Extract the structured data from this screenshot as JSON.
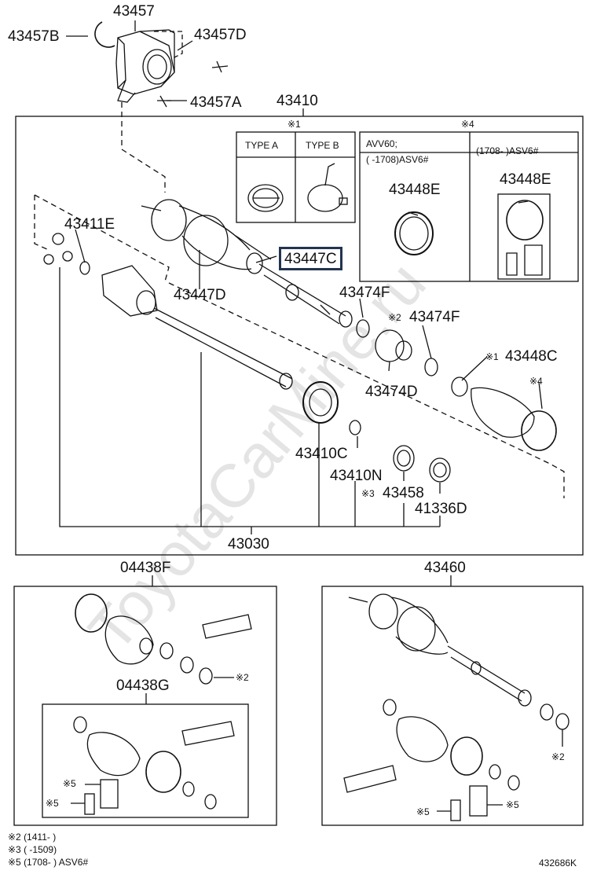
{
  "labels": {
    "p43457": "43457",
    "p43457B": "43457B",
    "p43457D": "43457D",
    "p43457A": "43457A",
    "p43410": "43410",
    "p43411E": "43411E",
    "p43447C": "43447C",
    "p43447D": "43447D",
    "p43474F_top": "43474F",
    "p43474F_mid": "43474F",
    "p43474D": "43474D",
    "p43448C": "43448C",
    "p43448E_left": "43448E",
    "p43448E_right": "43448E",
    "p43410C": "43410C",
    "p43410N": "43410N",
    "p43458": "43458",
    "p41336D": "41336D",
    "p43030": "43030",
    "p04438F": "04438F",
    "p04438G": "04438G",
    "p43460": "43460"
  },
  "marks": {
    "m1": "※1",
    "m2": "※2",
    "m3": "※3",
    "m4": "※4",
    "m5": "※5"
  },
  "box1": {
    "typeA": "TYPE A",
    "typeB": "TYPE B"
  },
  "box4": {
    "left_line1": "AVV60;",
    "left_line2": "(         -1708)ASV6#",
    "right_line1": "(1708-          )ASV6#"
  },
  "footnotes": {
    "n2": "※2 (1411-          )",
    "n3": "※3 (          -1509)",
    "n5": "※5 (1708-          ) ASV6#"
  },
  "diagram_code": "432686K",
  "watermark": "ToyotaCarMine.ru"
}
